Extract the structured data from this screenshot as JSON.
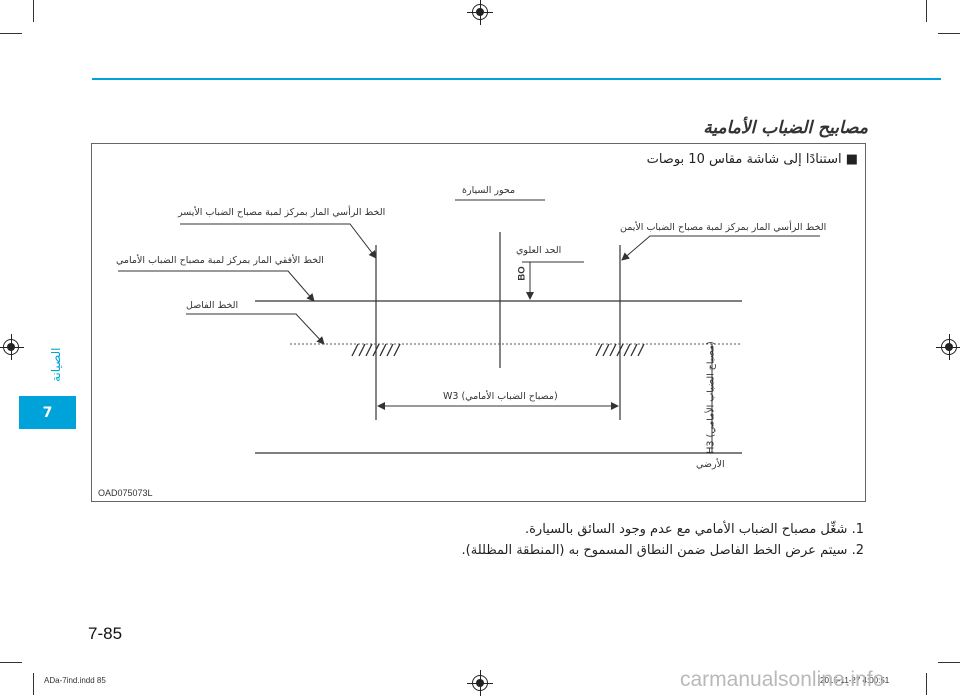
{
  "section": {
    "title": "مصابيح الضباب الأمامية",
    "chapter_label": "الصيانة",
    "chapter_number": "7"
  },
  "figure": {
    "heading": "■ استنادًا إلى شاشة مقاس 10 بوصات",
    "code": "OAD075073L",
    "labels": {
      "vehicle_axis": "محور السيارة",
      "upper_line_left": "الخط الرأسي المار بمركز لمبة مصباح الضباب الأيسر",
      "upper_line_right": "الخط الرأسي المار بمركز لمبة مصباح الضباب الأيمن",
      "horizontal_center": "الخط الأفقي المار بمركز لمبة مصباح الضباب الأمامي",
      "upper_limit": "الحد العلوي",
      "cutoff_line": "الخط الفاصل",
      "bo": "BO",
      "w3": "W3 (مصباح الضباب الأمامي)",
      "h3": "H3 (مصباح الضباب الأمامي)",
      "ground": "الأرضي"
    }
  },
  "notes": [
    "1. شغِّل مصباح الضباب الأمامي مع عدم وجود السائق بالسيارة.",
    "2. سيتم عرض الخط الفاصل ضمن النطاق المسموح به (المنطقة المظللة)."
  ],
  "page_number": "7-85",
  "footer": {
    "file": "ADa-7ind.indd   85",
    "timestamp": "2015-11-27   4:00:51"
  },
  "watermark": "carmanualsonline.info"
}
